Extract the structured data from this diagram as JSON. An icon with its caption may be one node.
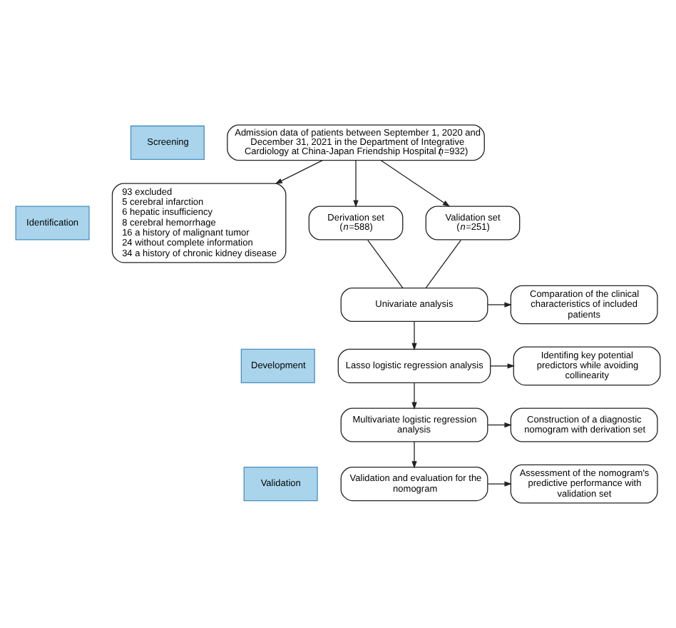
{
  "diagram": {
    "nodes": [
      {
        "text": [
          "Screening"
        ]
      },
      {
        "text": [
          "Identification"
        ]
      },
      {
        "text": [
          "Development"
        ]
      },
      {
        "text": [
          "Validation"
        ]
      },
      {
        "text": [
          "Admission data of patients between September 1, 2020 and December 31, 2021 in the Department of Integrative Cardiology at China-Japan Friendship Hospital (*n*=932)"
        ]
      },
      {
        "text": [
          "93 excluded",
          "5 cerebral infarction",
          "6 hepatic insufficiency",
          "8 cerebral hemorrhage",
          "16 a history of malignant tumor",
          "24 without complete information",
          "34 a history of chronic kidney disease"
        ]
      },
      {
        "text": [
          "Derivation set (*n*=588)"
        ]
      },
      {
        "text": [
          "Validation set (*n*=251)"
        ]
      },
      {
        "text": [
          "Univariate analysis"
        ]
      },
      {
        "text": [
          "Comparation of the clinical characteristics of included patients"
        ]
      },
      {
        "text": [
          "Lasso logistic regression analysis"
        ]
      },
      {
        "text": [
          "Identifing key potential predictors while avoiding collinearity"
        ]
      },
      {
        "text": [
          "Multivariate logistic regression analysis"
        ]
      },
      {
        "text": [
          "Construction of a diagnostic nomogram with derivation set"
        ]
      },
      {
        "text": [
          "Validation and evaluation for the nomogram"
        ]
      },
      {
        "text": [
          "Assessment of the nomogram's predictive performance with validation set"
        ]
      }
    ],
    "edges": [
      {
        "from": 4,
        "to": 5,
        "arrow": "to"
      },
      {
        "from": 4,
        "to": 6,
        "arrow": "to"
      },
      {
        "from": 4,
        "to": 7,
        "arrow": "to"
      },
      {
        "from": 6,
        "to": 8,
        "arrow": "none"
      },
      {
        "from": 7,
        "to": 8,
        "arrow": "none"
      },
      {
        "from": 8,
        "to": 9,
        "arrow": "to"
      },
      {
        "from": 8,
        "to": 10,
        "arrow": "to"
      },
      {
        "from": 10,
        "to": 11,
        "arrow": "to"
      },
      {
        "from": 10,
        "to": 12,
        "arrow": "to"
      },
      {
        "from": 12,
        "to": 13,
        "arrow": "to"
      },
      {
        "from": 12,
        "to": 14,
        "arrow": "to"
      },
      {
        "from": 14,
        "to": 15,
        "arrow": "to"
      }
    ]
  }
}
